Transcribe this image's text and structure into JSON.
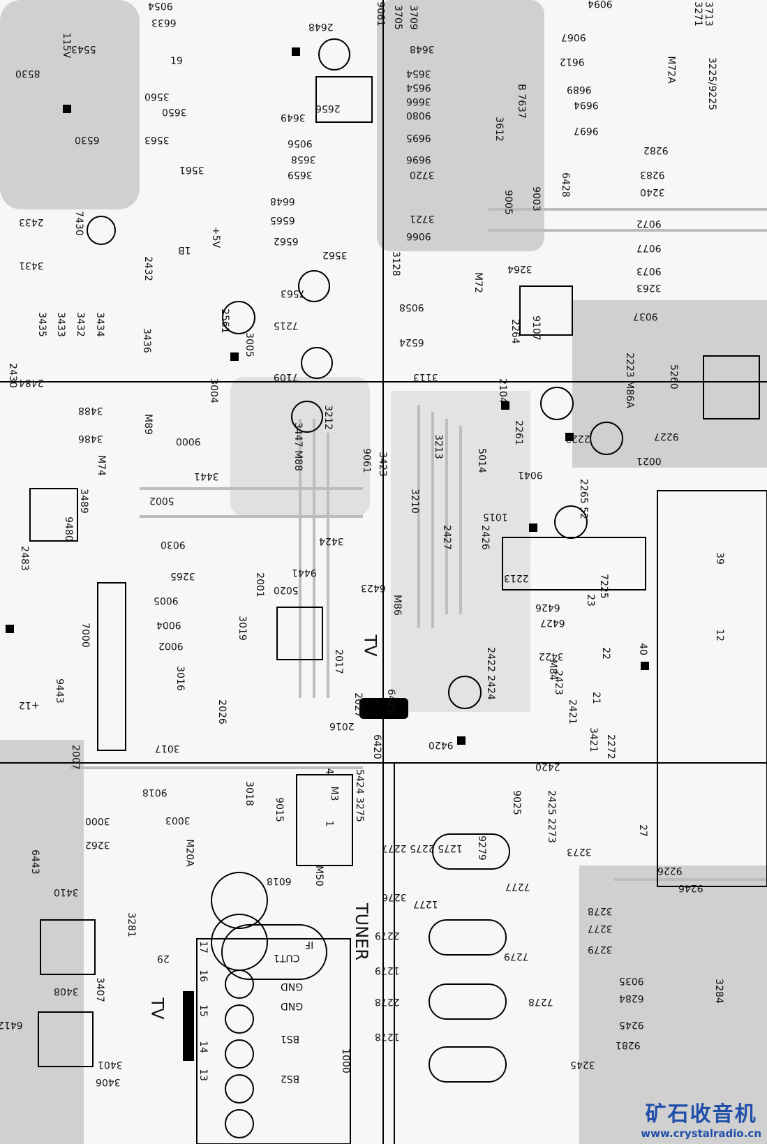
{
  "title": "PCB component layout (TV chassis, tuner section)",
  "labels": [
    "9054",
    "6633",
    "2648",
    "5543",
    "115V",
    "8530",
    "19",
    "3560",
    "3650",
    "6530",
    "3563",
    "3561",
    "3649",
    "2656",
    "9056",
    "3658",
    "3659",
    "6648",
    "6565",
    "6562",
    "9061",
    "3705",
    "3709",
    "3648",
    "3654",
    "9654",
    "3666",
    "9080",
    "9695",
    "9696",
    "3720",
    "3721",
    "9066",
    "9612",
    "9067",
    "9094",
    "9689",
    "9694",
    "9697",
    "9282",
    "9283",
    "3240",
    "9072",
    "9077",
    "9073",
    "3263",
    "9037",
    "3271",
    "3713",
    "3225/9225",
    "M72A",
    "B 7637",
    "3612",
    "6428",
    "9003",
    "9005",
    "3562",
    "3128",
    "3264",
    "M72",
    "7563",
    "2561",
    "7215",
    "3005",
    "3004",
    "7109",
    "3212",
    "3447 M88",
    "9058",
    "6524",
    "3113",
    "2264",
    "9107",
    "2104",
    "2261",
    "2222",
    "2223 M86A",
    "5260",
    "9227",
    "0021",
    "3213",
    "5014",
    "3423",
    "9061",
    "3210",
    "9041",
    "2265 52",
    "1015",
    "2426",
    "2427",
    "7225",
    "2213",
    "6426",
    "6427",
    "40",
    "12",
    "3422",
    "M84",
    "2423",
    "2421",
    "3421",
    "2272",
    "2422 2424",
    "6423",
    "M86",
    "6425",
    "6420",
    "9420",
    "2027",
    "2017",
    "2016",
    "TV",
    "9441",
    "3424",
    "5020",
    "2001",
    "3019",
    "3265",
    "9030",
    "9005",
    "9004",
    "9002",
    "3016",
    "2026",
    "7000",
    "3441",
    "5002",
    "9000",
    "M89",
    "3486",
    "3488",
    "M74",
    "3489",
    "9480",
    "2483",
    "2430",
    "2484",
    "3436",
    "2432",
    "3435",
    "3433",
    "3432",
    "3434",
    "3431",
    "2433",
    "7430",
    "+5V",
    "1B",
    "9443",
    "+12",
    "2007",
    "3017",
    "9018",
    "3003",
    "3000",
    "3262",
    "M20A",
    "3018",
    "9015",
    "6443",
    "3410",
    "3281",
    "3408",
    "3407",
    "6412",
    "3401",
    "3406",
    "29",
    "TV",
    "6018",
    "M50",
    "TUNER",
    "IF",
    "CUT1",
    "GND",
    "GND",
    "BS1",
    "BS2",
    "17",
    "16",
    "15",
    "14",
    "13",
    "1000",
    "4",
    "M3",
    "1",
    "5424",
    "3275",
    "1275 2275 2277",
    "3276",
    "1277",
    "2279",
    "1279",
    "2278",
    "1278",
    "9279",
    "9025",
    "2425 2273",
    "3273",
    "7277",
    "7279",
    "7278",
    "9226",
    "9246",
    "3278",
    "3277",
    "3279",
    "9035",
    "6284",
    "9245",
    "9281",
    "3245",
    "3284",
    "27",
    "2420",
    "39",
    "23",
    "22",
    "21"
  ],
  "watermark": {
    "text": "矿石收音机",
    "url": "www.crystalradio.cn"
  },
  "colors": {
    "ink": "#111111",
    "traces": "#c8c8c8",
    "watermark": "#1f4fa8"
  }
}
